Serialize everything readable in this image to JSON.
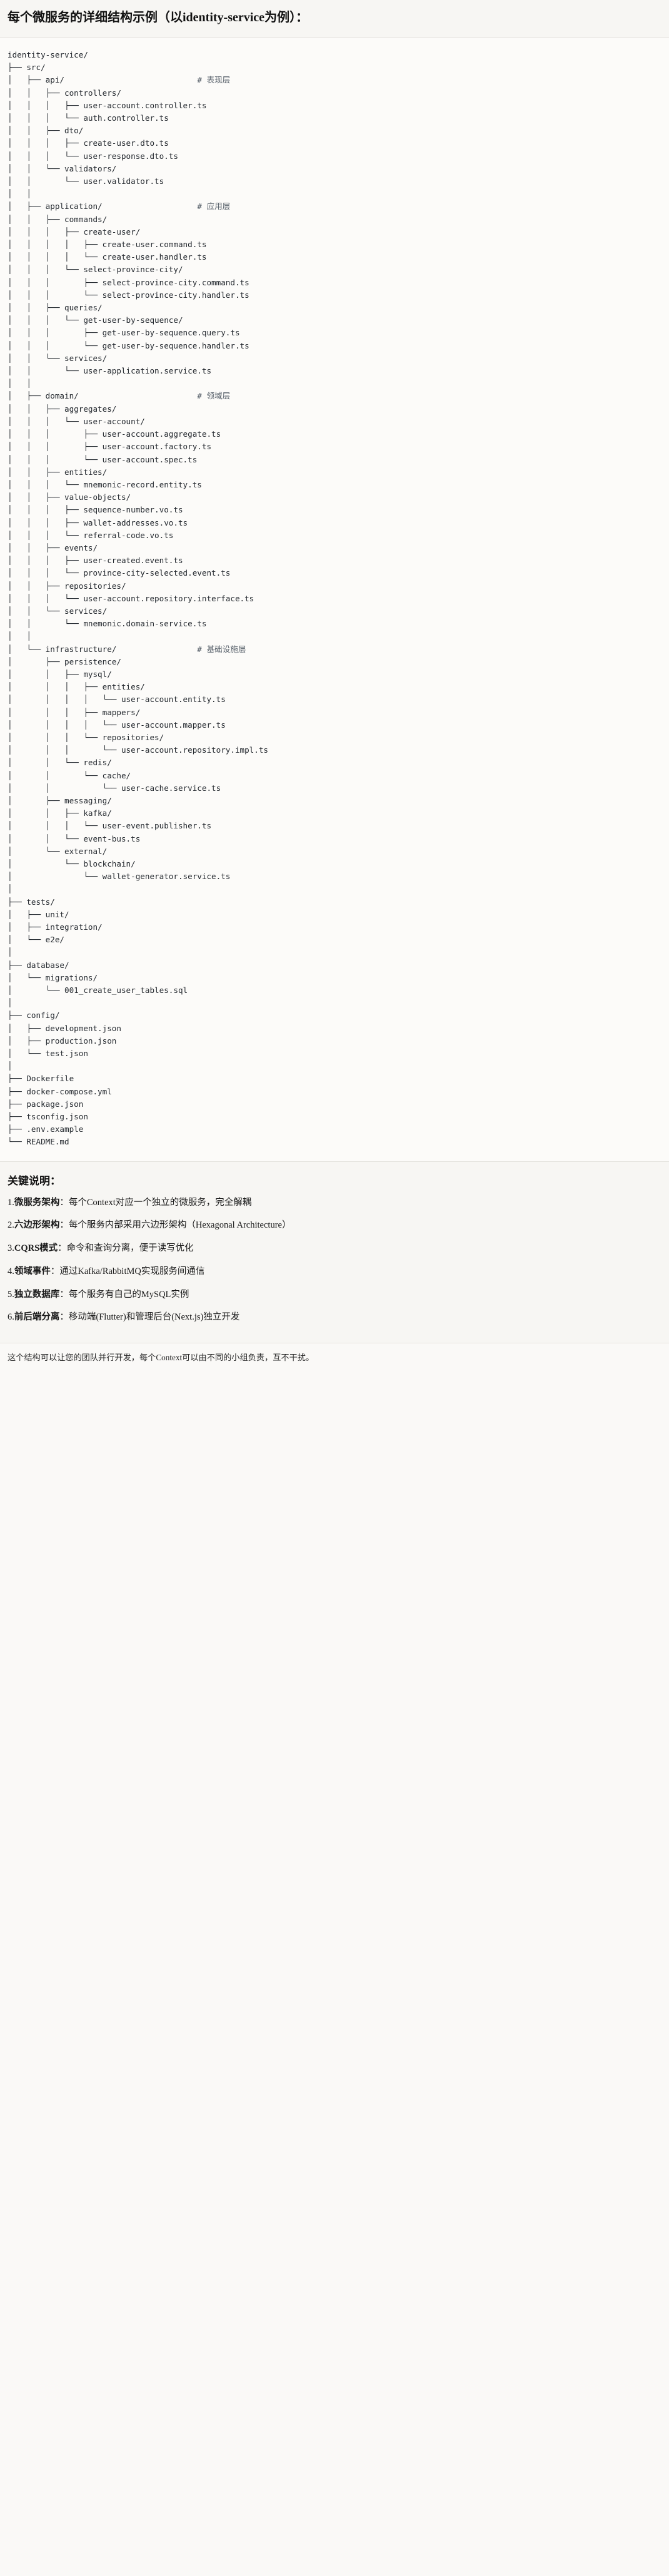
{
  "document": {
    "title": "每个微服务的详细结构示例（以identity-service为例）："
  },
  "tree": {
    "lines": [
      {
        "text": "identity-service/",
        "comment": ""
      },
      {
        "text": "├── src/",
        "comment": ""
      },
      {
        "text": "│   ├── api/",
        "comment": "# 表现层"
      },
      {
        "text": "│   │   ├── controllers/",
        "comment": ""
      },
      {
        "text": "│   │   │   ├── user-account.controller.ts",
        "comment": ""
      },
      {
        "text": "│   │   │   └── auth.controller.ts",
        "comment": ""
      },
      {
        "text": "│   │   ├── dto/",
        "comment": ""
      },
      {
        "text": "│   │   │   ├── create-user.dto.ts",
        "comment": ""
      },
      {
        "text": "│   │   │   └── user-response.dto.ts",
        "comment": ""
      },
      {
        "text": "│   │   └── validators/",
        "comment": ""
      },
      {
        "text": "│   │       └── user.validator.ts",
        "comment": ""
      },
      {
        "text": "│   │",
        "comment": ""
      },
      {
        "text": "│   ├── application/",
        "comment": "# 应用层"
      },
      {
        "text": "│   │   ├── commands/",
        "comment": ""
      },
      {
        "text": "│   │   │   ├── create-user/",
        "comment": ""
      },
      {
        "text": "│   │   │   │   ├── create-user.command.ts",
        "comment": ""
      },
      {
        "text": "│   │   │   │   └── create-user.handler.ts",
        "comment": ""
      },
      {
        "text": "│   │   │   └── select-province-city/",
        "comment": ""
      },
      {
        "text": "│   │   │       ├── select-province-city.command.ts",
        "comment": ""
      },
      {
        "text": "│   │   │       └── select-province-city.handler.ts",
        "comment": ""
      },
      {
        "text": "│   │   ├── queries/",
        "comment": ""
      },
      {
        "text": "│   │   │   └── get-user-by-sequence/",
        "comment": ""
      },
      {
        "text": "│   │   │       ├── get-user-by-sequence.query.ts",
        "comment": ""
      },
      {
        "text": "│   │   │       └── get-user-by-sequence.handler.ts",
        "comment": ""
      },
      {
        "text": "│   │   └── services/",
        "comment": ""
      },
      {
        "text": "│   │       └── user-application.service.ts",
        "comment": ""
      },
      {
        "text": "│   │",
        "comment": ""
      },
      {
        "text": "│   ├── domain/",
        "comment": "# 领域层"
      },
      {
        "text": "│   │   ├── aggregates/",
        "comment": ""
      },
      {
        "text": "│   │   │   └── user-account/",
        "comment": ""
      },
      {
        "text": "│   │   │       ├── user-account.aggregate.ts",
        "comment": ""
      },
      {
        "text": "│   │   │       ├── user-account.factory.ts",
        "comment": ""
      },
      {
        "text": "│   │   │       └── user-account.spec.ts",
        "comment": ""
      },
      {
        "text": "│   │   ├── entities/",
        "comment": ""
      },
      {
        "text": "│   │   │   └── mnemonic-record.entity.ts",
        "comment": ""
      },
      {
        "text": "│   │   ├── value-objects/",
        "comment": ""
      },
      {
        "text": "│   │   │   ├── sequence-number.vo.ts",
        "comment": ""
      },
      {
        "text": "│   │   │   ├── wallet-addresses.vo.ts",
        "comment": ""
      },
      {
        "text": "│   │   │   └── referral-code.vo.ts",
        "comment": ""
      },
      {
        "text": "│   │   ├── events/",
        "comment": ""
      },
      {
        "text": "│   │   │   ├── user-created.event.ts",
        "comment": ""
      },
      {
        "text": "│   │   │   └── province-city-selected.event.ts",
        "comment": ""
      },
      {
        "text": "│   │   ├── repositories/",
        "comment": ""
      },
      {
        "text": "│   │   │   └── user-account.repository.interface.ts",
        "comment": ""
      },
      {
        "text": "│   │   └── services/",
        "comment": ""
      },
      {
        "text": "│   │       └── mnemonic.domain-service.ts",
        "comment": ""
      },
      {
        "text": "│   │",
        "comment": ""
      },
      {
        "text": "│   └── infrastructure/",
        "comment": "# 基础设施层"
      },
      {
        "text": "│       ├── persistence/",
        "comment": ""
      },
      {
        "text": "│       │   ├── mysql/",
        "comment": ""
      },
      {
        "text": "│       │   │   ├── entities/",
        "comment": ""
      },
      {
        "text": "│       │   │   │   └── user-account.entity.ts",
        "comment": ""
      },
      {
        "text": "│       │   │   ├── mappers/",
        "comment": ""
      },
      {
        "text": "│       │   │   │   └── user-account.mapper.ts",
        "comment": ""
      },
      {
        "text": "│       │   │   └── repositories/",
        "comment": ""
      },
      {
        "text": "│       │   │       └── user-account.repository.impl.ts",
        "comment": ""
      },
      {
        "text": "│       │   └── redis/",
        "comment": ""
      },
      {
        "text": "│       │       └── cache/",
        "comment": ""
      },
      {
        "text": "│       │           └── user-cache.service.ts",
        "comment": ""
      },
      {
        "text": "│       ├── messaging/",
        "comment": ""
      },
      {
        "text": "│       │   ├── kafka/",
        "comment": ""
      },
      {
        "text": "│       │   │   └── user-event.publisher.ts",
        "comment": ""
      },
      {
        "text": "│       │   └── event-bus.ts",
        "comment": ""
      },
      {
        "text": "│       └── external/",
        "comment": ""
      },
      {
        "text": "│           └── blockchain/",
        "comment": ""
      },
      {
        "text": "│               └── wallet-generator.service.ts",
        "comment": ""
      },
      {
        "text": "│",
        "comment": ""
      },
      {
        "text": "├── tests/",
        "comment": ""
      },
      {
        "text": "│   ├── unit/",
        "comment": ""
      },
      {
        "text": "│   ├── integration/",
        "comment": ""
      },
      {
        "text": "│   └── e2e/",
        "comment": ""
      },
      {
        "text": "│",
        "comment": ""
      },
      {
        "text": "├── database/",
        "comment": ""
      },
      {
        "text": "│   └── migrations/",
        "comment": ""
      },
      {
        "text": "│       └── 001_create_user_tables.sql",
        "comment": ""
      },
      {
        "text": "│",
        "comment": ""
      },
      {
        "text": "├── config/",
        "comment": ""
      },
      {
        "text": "│   ├── development.json",
        "comment": ""
      },
      {
        "text": "│   ├── production.json",
        "comment": ""
      },
      {
        "text": "│   └── test.json",
        "comment": ""
      },
      {
        "text": "│",
        "comment": ""
      },
      {
        "text": "├── Dockerfile",
        "comment": ""
      },
      {
        "text": "├── docker-compose.yml",
        "comment": ""
      },
      {
        "text": "├── package.json",
        "comment": ""
      },
      {
        "text": "├── tsconfig.json",
        "comment": ""
      },
      {
        "text": "├── .env.example",
        "comment": ""
      },
      {
        "text": "└── README.md",
        "comment": ""
      }
    ],
    "comment_column": 40
  },
  "notes": {
    "heading": "关键说明：",
    "items": [
      {
        "num": "1.",
        "lead": "微服务架构",
        "body": "：每个Context对应一个独立的微服务，完全解耦"
      },
      {
        "num": "2.",
        "lead": "六边形架构",
        "body": "：每个服务内部采用六边形架构（Hexagonal Architecture）"
      },
      {
        "num": "3.",
        "lead": "CQRS模式",
        "body": "：命令和查询分离，便于读写优化"
      },
      {
        "num": "4.",
        "lead": "领域事件",
        "body": "：通过Kafka/RabbitMQ实现服务间通信"
      },
      {
        "num": "5.",
        "lead": "独立数据库",
        "body": "：每个服务有自己的MySQL实例"
      },
      {
        "num": "6.",
        "lead": "前后端分离",
        "body": "：移动端(Flutter)和管理后台(Next.js)独立开发"
      }
    ]
  },
  "footer": {
    "text": "这个结构可以让您的团队并行开发，每个Context可以由不同的小组负责，互不干扰。"
  }
}
